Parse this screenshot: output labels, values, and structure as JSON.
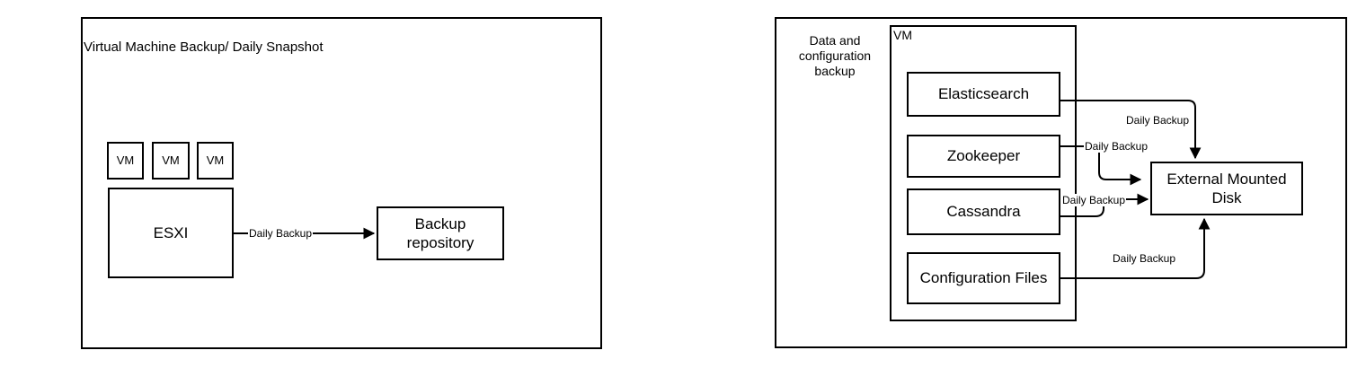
{
  "colors": {
    "stroke": "#000000",
    "text": "#000000",
    "background": "#ffffff"
  },
  "left_diagram": {
    "title": "Virtual Machine Backup/ Daily Snapshot",
    "vm_boxes": [
      {
        "label": "VM"
      },
      {
        "label": "VM"
      },
      {
        "label": "VM"
      }
    ],
    "esxi": {
      "label": "ESXI"
    },
    "backup_repository": {
      "label": "Backup repository"
    },
    "connection": {
      "from": "ESXI",
      "to": "Backup repository",
      "label": "Daily Backup"
    }
  },
  "right_diagram": {
    "caption": "Data and configuration backup",
    "vm_container": {
      "label": "VM"
    },
    "services": [
      {
        "label": "Elasticsearch"
      },
      {
        "label": "Zookeeper"
      },
      {
        "label": "Cassandra"
      },
      {
        "label": "Configuration Files"
      }
    ],
    "external_disk": {
      "label": "External Mounted Disk"
    },
    "connections": [
      {
        "from": "Elasticsearch",
        "to": "External Mounted Disk",
        "label": "Daily Backup"
      },
      {
        "from": "Zookeeper",
        "to": "External Mounted Disk",
        "label": "Daily Backup"
      },
      {
        "from": "Cassandra",
        "to": "External Mounted Disk",
        "label": "Daily Backup"
      },
      {
        "from": "Configuration Files",
        "to": "External Mounted Disk",
        "label": "Daily Backup"
      }
    ]
  }
}
